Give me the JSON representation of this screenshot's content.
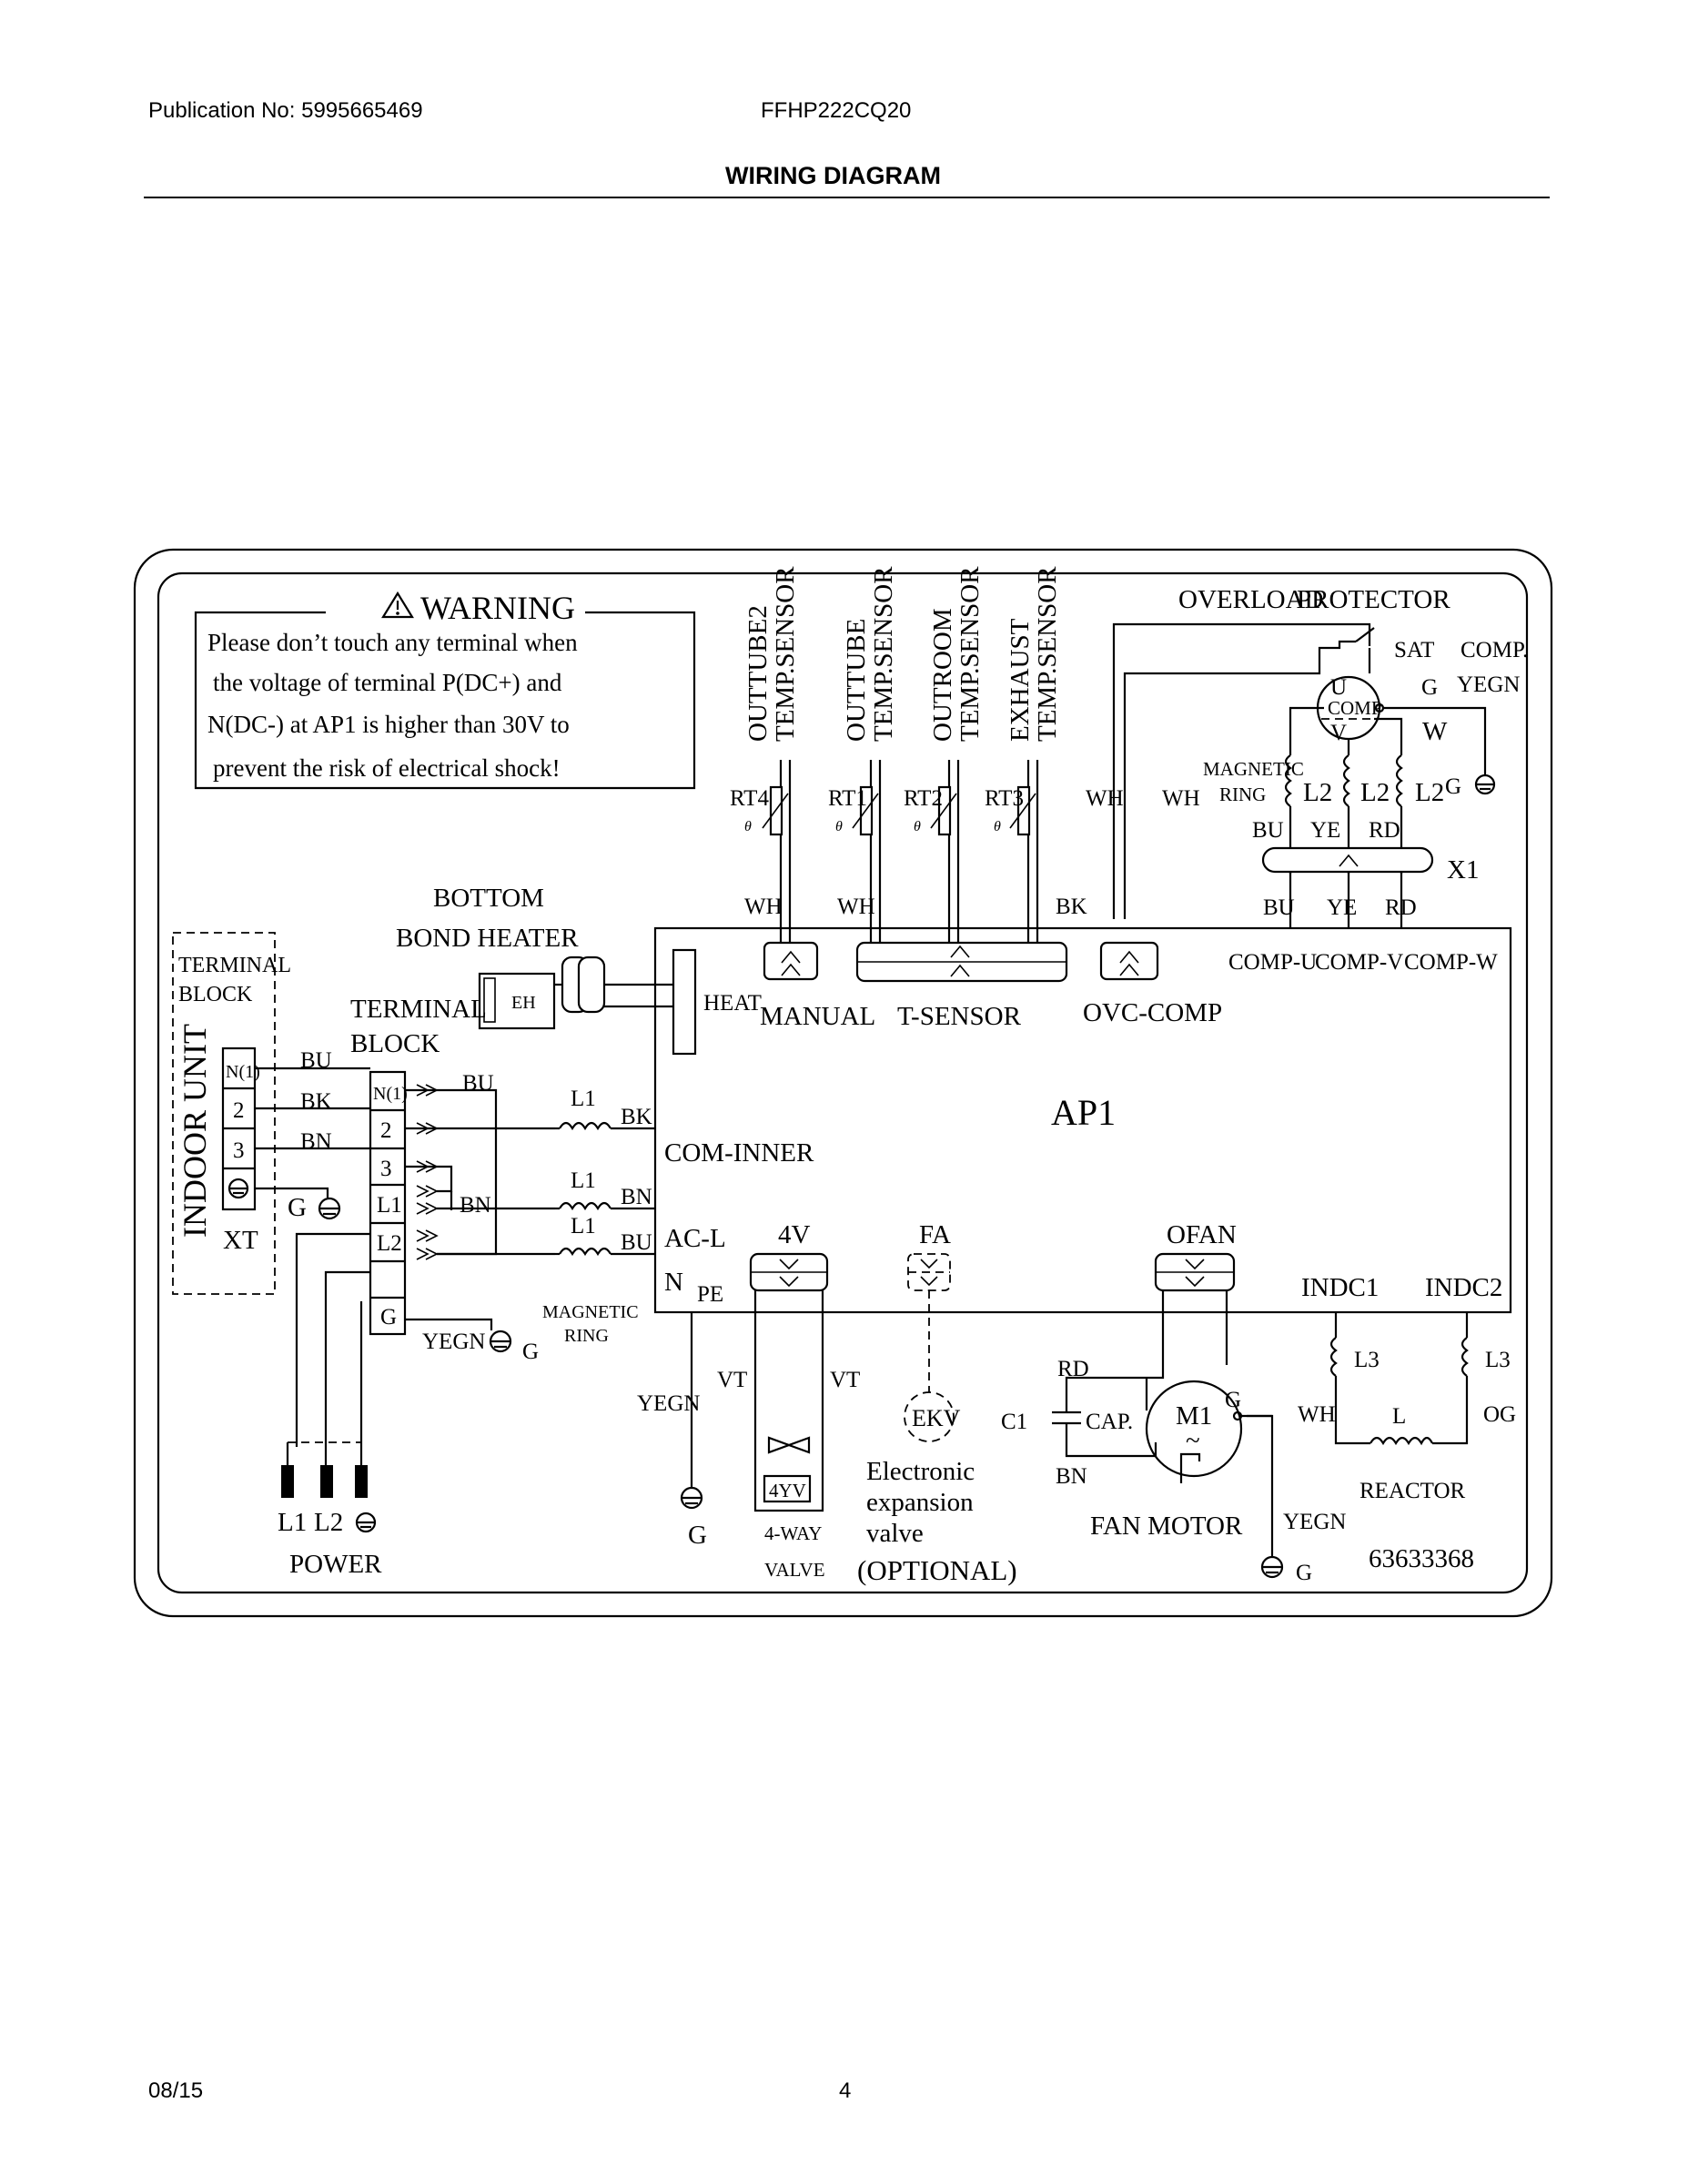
{
  "header": {
    "publication": "Publication No: 5995665469",
    "model": "FFHP222CQ20",
    "title": "WIRING DIAGRAM"
  },
  "footer": {
    "date": "08/15",
    "page": "4"
  },
  "warning": {
    "title": "WARNING",
    "lines": [
      "Please don’t touch any terminal when",
      "the voltage of terminal P(DC+) and",
      "N(DC-) at AP1 is higher than 30V to",
      "prevent the risk of electrical shock!"
    ]
  },
  "sensors": {
    "outtube2": [
      "OUTTUBE2",
      "TEMP.SENSOR"
    ],
    "outtube": [
      "OUTTUBE",
      "TEMP.SENSOR"
    ],
    "outroom": [
      "OUTROOM",
      "TEMP.SENSOR"
    ],
    "exhaust": [
      "EXHAUST",
      "TEMP.SENSOR"
    ],
    "rt4": "RT4",
    "rt1": "RT1",
    "rt2": "RT2",
    "rt3": "RT3",
    "theta": "θ"
  },
  "overload": {
    "overload": "OVERLOAD",
    "protector": "PROTECTOR",
    "sat": "SAT",
    "comp_yegn_1": "COMP.",
    "comp_yegn_2": "YEGN",
    "comp": "COMP",
    "u": "U",
    "v": "V",
    "w": "W",
    "g": "G",
    "magnetic_ring_1": "MAGNETIC",
    "magnetic_ring_2": "RING",
    "l2": "L2",
    "x1": "X1"
  },
  "wire_colors": {
    "wh": "WH",
    "bk": "BK",
    "bu": "BU",
    "ye": "YE",
    "rd": "RD",
    "bn": "BN",
    "yegn": "YEGN",
    "vt": "VT",
    "og": "OG"
  },
  "board": {
    "name": "AP1",
    "heat": "HEAT",
    "manual": "MANUAL",
    "t_sensor": "T-SENSOR",
    "ovc_comp": "OVC-COMP",
    "comp_u": "COMP-U",
    "comp_v": "COMP-V",
    "comp_w": "COMP-W",
    "com_inner": "COM-INNER",
    "ac_l": "AC-L",
    "n": "N",
    "pe": "PE",
    "v4": "4V",
    "fa": "FA",
    "ofan": "OFAN",
    "indc1": "INDC1",
    "indc2": "INDC2"
  },
  "heater": {
    "line1": "BOTTOM",
    "line2": "BOND HEATER",
    "eh": "EH"
  },
  "indoor": {
    "label": "INDOOR UNIT",
    "tb1": "TERMINAL",
    "tb2": "BLOCK",
    "n1": "N(1)",
    "t2": "2",
    "t3": "3",
    "xt": "XT",
    "g": "G"
  },
  "terminal_block": {
    "tb1": "TERMINAL",
    "tb2": "BLOCK",
    "n1": "N(1)",
    "t2": "2",
    "t3": "3",
    "l1": "L1",
    "l2": "L2",
    "g": "G"
  },
  "inductors": {
    "l1": "L1",
    "mr1": "MAGNETIC",
    "mr2": "RING",
    "l3": "L3",
    "l": "L",
    "reactor": "REACTOR"
  },
  "power": {
    "l1": "L1",
    "l2": "L2",
    "label": "POWER"
  },
  "valve": {
    "yv": "4YV",
    "line1": "4-WAY",
    "line2": "VALVE"
  },
  "ekv": {
    "label": "EKV",
    "lines": [
      "Electronic",
      "expansion",
      "valve",
      "(OPTIONAL)"
    ]
  },
  "fan": {
    "m1": "M1",
    "tilde": "~",
    "c1": "C1",
    "cap": "CAP.",
    "label": "FAN MOTOR"
  },
  "doc_number": "63633368"
}
